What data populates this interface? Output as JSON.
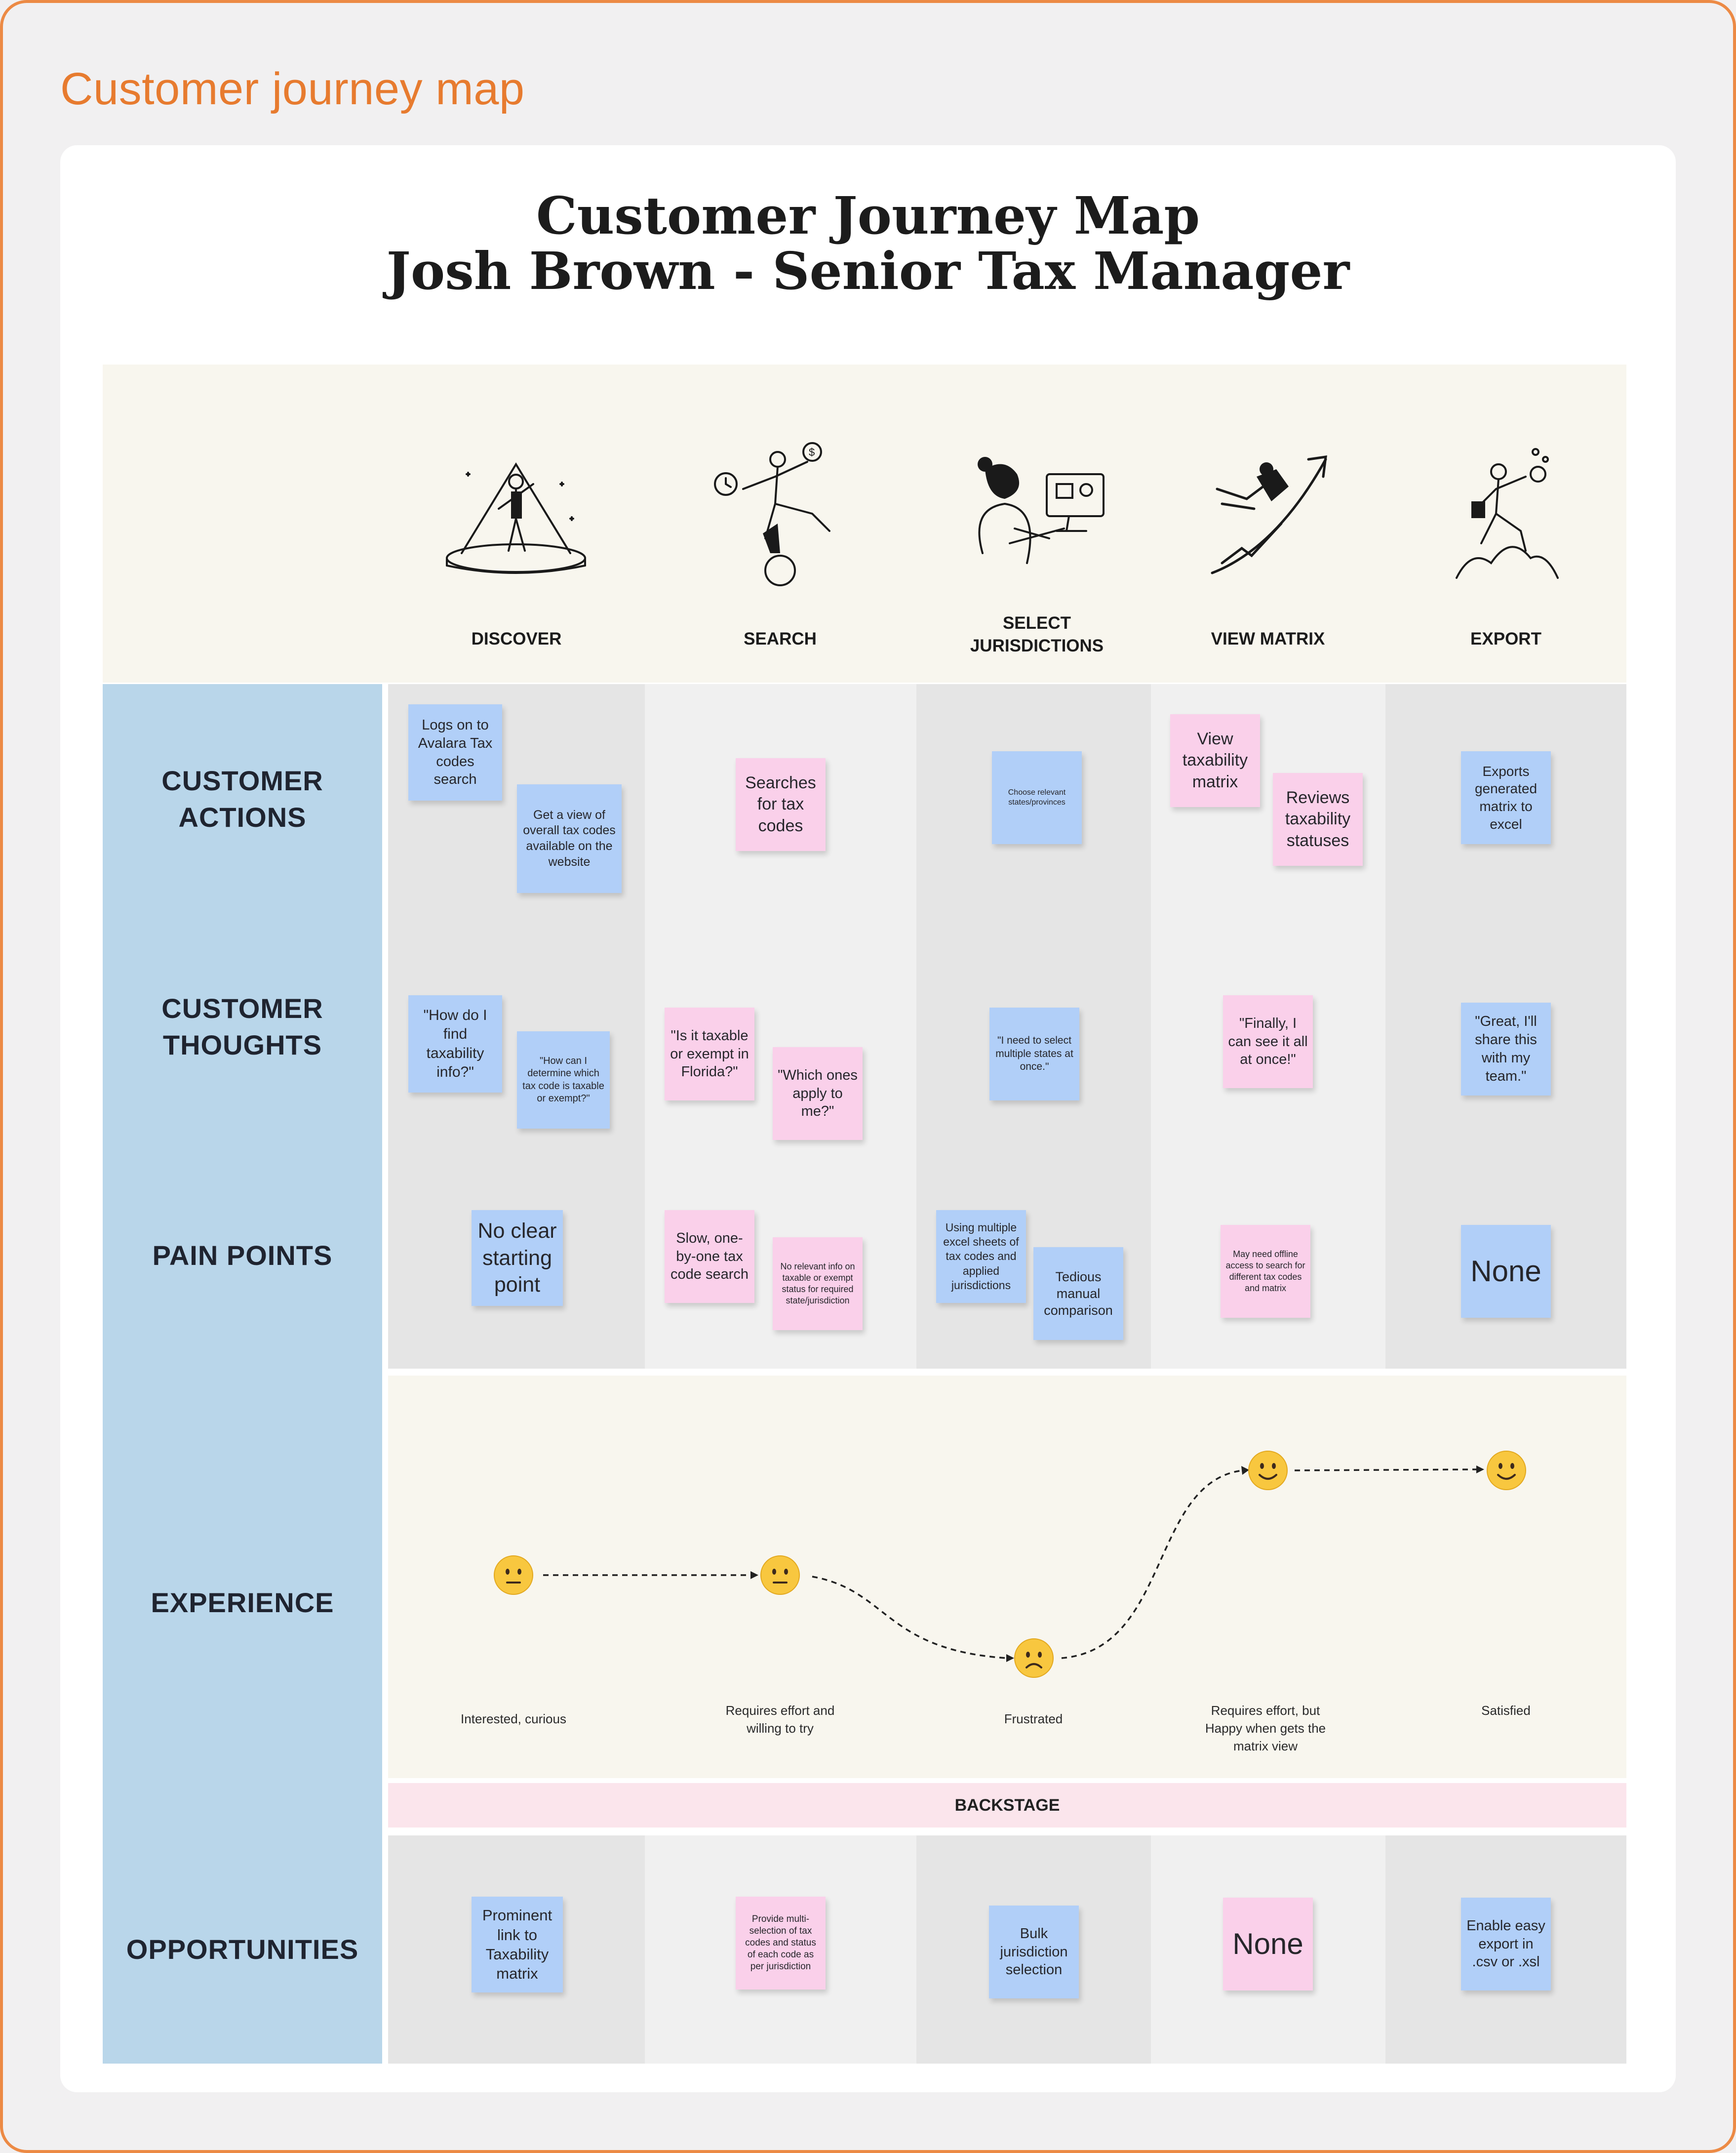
{
  "page": {
    "label": "Customer journey map"
  },
  "header": {
    "title_line1": "Customer Journey Map",
    "title_line2": "Josh Brown - Senior Tax Manager"
  },
  "stages": [
    {
      "label_line1": "DISCOVER",
      "label_line2": "",
      "icon": "person-spotlight-illustration"
    },
    {
      "label_line1": "SEARCH",
      "label_line2": "",
      "icon": "person-balancing-clock-coin-illustration"
    },
    {
      "label_line1": "SELECT",
      "label_line2": "JURISDICTIONS",
      "icon": "person-at-computer-illustration"
    },
    {
      "label_line1": "VIEW MATRIX",
      "label_line2": "",
      "icon": "person-flying-arrow-illustration"
    },
    {
      "label_line1": "EXPORT",
      "label_line2": "",
      "icon": "person-climbing-mountain-illustration"
    }
  ],
  "rows": [
    {
      "label_line1": "CUSTOMER",
      "label_line2": "ACTIONS"
    },
    {
      "label_line1": "CUSTOMER",
      "label_line2": "THOUGHTS"
    },
    {
      "label_line1": "PAIN POINTS",
      "label_line2": ""
    },
    {
      "label_line1": "EXPERIENCE",
      "label_line2": ""
    },
    {
      "label_line1": "OPPORTUNITIES",
      "label_line2": ""
    }
  ],
  "notes": {
    "actions": [
      "Logs on to Avalara Tax codes search",
      "Get a view of overall tax codes available on the website",
      "Searches for tax codes",
      "Choose relevant states/provinces",
      "View taxability matrix",
      "Reviews taxability statuses",
      "Exports generated matrix to excel"
    ],
    "thoughts": [
      "\"How do I find taxability info?\"",
      "\"How can I determine which tax code is taxable or exempt?\"",
      "\"Is it taxable or exempt in Florida?\"",
      "\"Which ones apply to me?\"",
      "\"I need to select multiple states at once.\"",
      "\"Finally, I can see it all at once!\"",
      "\"Great, I'll share this with my team.\""
    ],
    "pain_points": [
      "No clear starting point",
      "Slow, one-by-one tax code search",
      "No relevant info on taxable or exempt status for required state/jurisdiction",
      "Using multiple excel sheets of tax codes and applied jurisdictions",
      "Tedious manual comparison",
      "May need offline access to search for different tax codes and matrix",
      "None"
    ],
    "opportunities": [
      "Prominent link to Taxability matrix",
      "Provide multi-selection of tax codes and status of each code as per jurisdiction",
      "Bulk jurisdiction selection",
      "None",
      "Enable easy export in .csv or .xsl"
    ]
  },
  "experience": {
    "points": [
      {
        "mood": "neutral",
        "label": "Interested, curious"
      },
      {
        "mood": "neutral",
        "label": "Requires effort and willing to try"
      },
      {
        "mood": "frown",
        "label": "Frustrated"
      },
      {
        "mood": "smile",
        "label": "Requires effort, but Happy when gets the matrix view"
      },
      {
        "mood": "smile",
        "label": "Satisfied"
      }
    ]
  },
  "backstage": {
    "label": "BACKSTAGE"
  },
  "colors": {
    "accent": "#e77b2f",
    "row_label_bg": "#b9d6ea",
    "header_bg": "#f8f6ee",
    "col_dark": "#e5e5e5",
    "col_light": "#f0f0f0",
    "backstage_bg": "#fbe5ec",
    "note_blue": "#b1cff8",
    "note_pink": "#fad0ea"
  }
}
